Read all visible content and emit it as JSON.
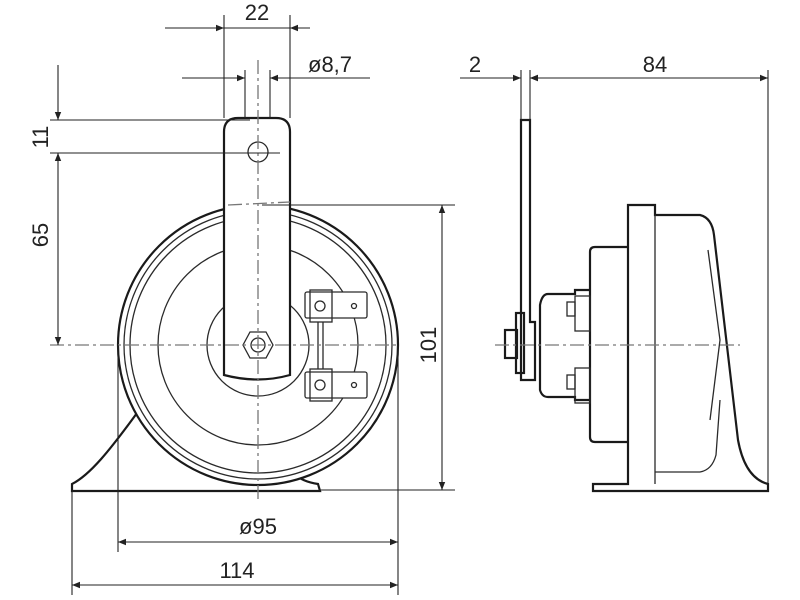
{
  "drawing": {
    "dimensions": {
      "bracket_width": "22",
      "hole_diameter": "ø8,7",
      "top_offset": "11",
      "hole_to_center": "65",
      "height": "101",
      "body_diameter": "ø95",
      "base_width": "114",
      "bracket_thickness": "2",
      "depth": "84"
    }
  }
}
